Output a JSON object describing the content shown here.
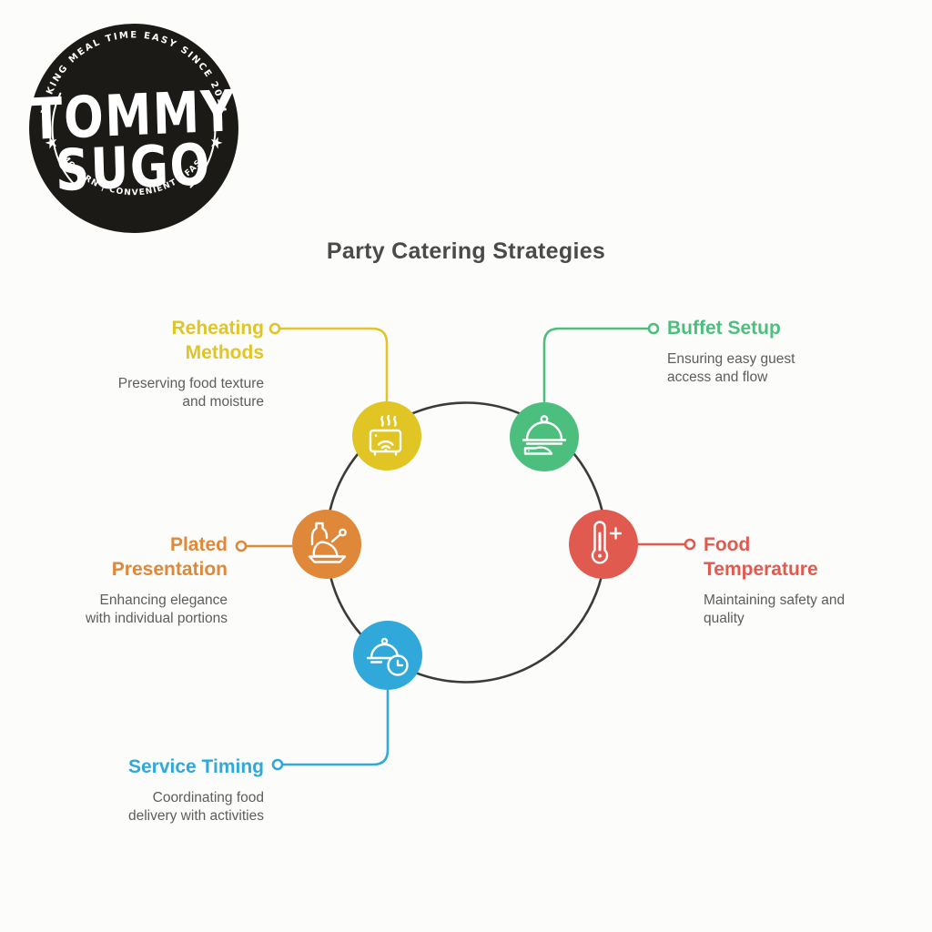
{
  "page": {
    "background": "#fcfcfb",
    "title": "Party Catering Strategies",
    "title_color": "#4a4a4a"
  },
  "logo": {
    "arc_top_text": "MAKING MEAL TIME EASY SINCE 2014",
    "name_line1": "TOMMY",
    "name_line2": "SUGO",
    "arc_bottom_text": "MODERN | CONVENIENT | FAST",
    "badge_color": "#1b1a17",
    "text_color": "#ffffff",
    "star_glyph": "★"
  },
  "diagram": {
    "ring_color": "#3b3b3b",
    "icon_stroke_color": "#ffffff",
    "description_color": "#5d5d5d",
    "nodes": [
      {
        "id": "reheating-methods",
        "label_lines": [
          "Reheating",
          "Methods"
        ],
        "description_lines": [
          "Preserving food texture",
          "and moisture"
        ],
        "color": "#e0c524",
        "icon": "toaster-steam-icon"
      },
      {
        "id": "buffet-setup",
        "label_lines": [
          "Buffet Setup"
        ],
        "description_lines": [
          "Ensuring easy guest",
          "access and flow"
        ],
        "color": "#4cbe7d",
        "icon": "serving-cloche-hand-icon"
      },
      {
        "id": "food-temperature",
        "label_lines": [
          "Food",
          "Temperature"
        ],
        "description_lines": [
          "Maintaining safety and",
          "quality"
        ],
        "color": "#e15a50",
        "icon": "thermometer-plus-icon"
      },
      {
        "id": "plated-presentation",
        "label_lines": [
          "Plated",
          "Presentation"
        ],
        "description_lines": [
          "Enhancing elegance",
          "with individual portions"
        ],
        "color": "#e0883a",
        "icon": "roast-platter-icon"
      },
      {
        "id": "service-timing",
        "label_lines": [
          "Service Timing"
        ],
        "description_lines": [
          "Coordinating food",
          "delivery with activities"
        ],
        "color": "#30a8d9",
        "icon": "cloche-clock-icon"
      }
    ]
  }
}
